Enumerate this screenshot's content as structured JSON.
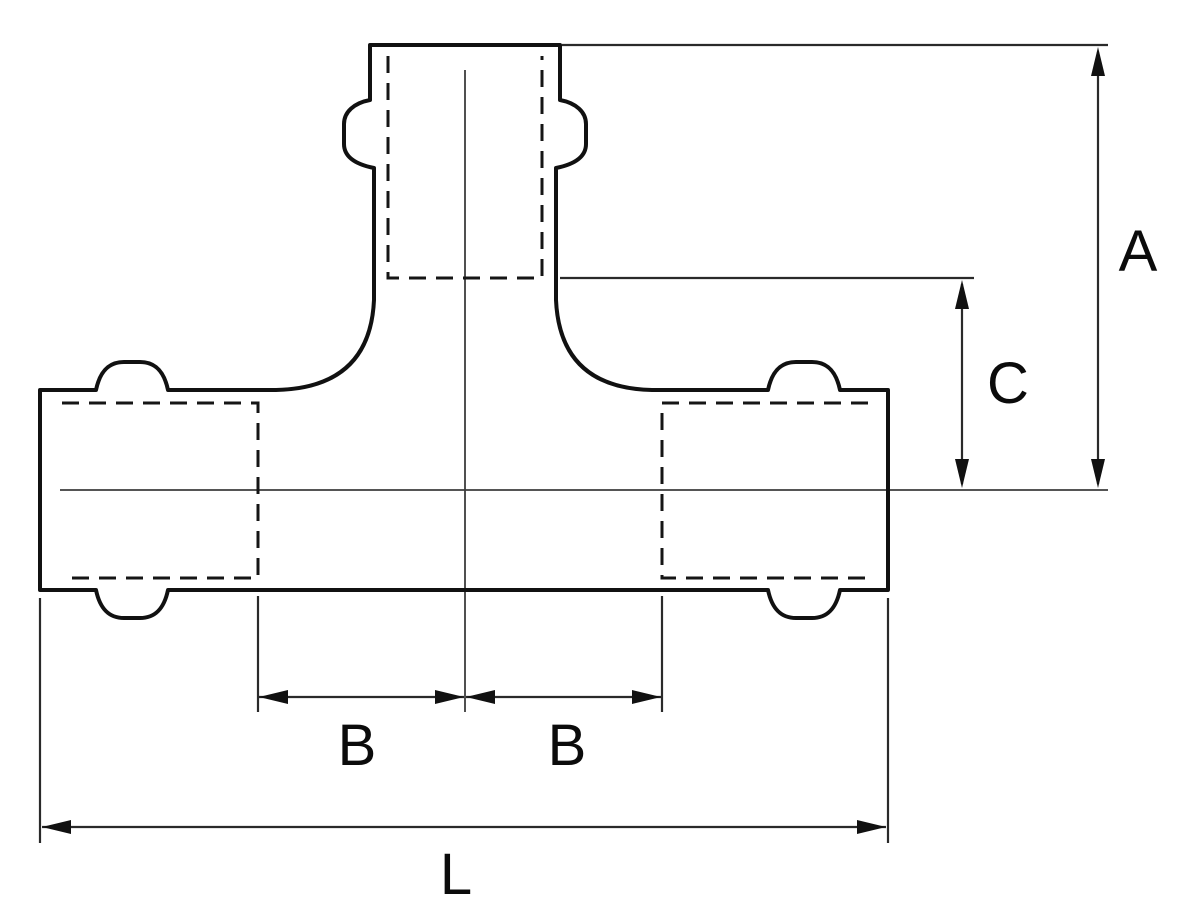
{
  "diagram": {
    "type": "technical_drawing",
    "subject": "press-fit-tee-pipe-fitting",
    "background_color": "#ffffff",
    "outline_color": "#111111",
    "dimensions": {
      "A": {
        "label": "A"
      },
      "C": {
        "label": "C"
      },
      "B_left": {
        "label": "B"
      },
      "B_right": {
        "label": "B"
      },
      "L": {
        "label": "L"
      }
    }
  }
}
